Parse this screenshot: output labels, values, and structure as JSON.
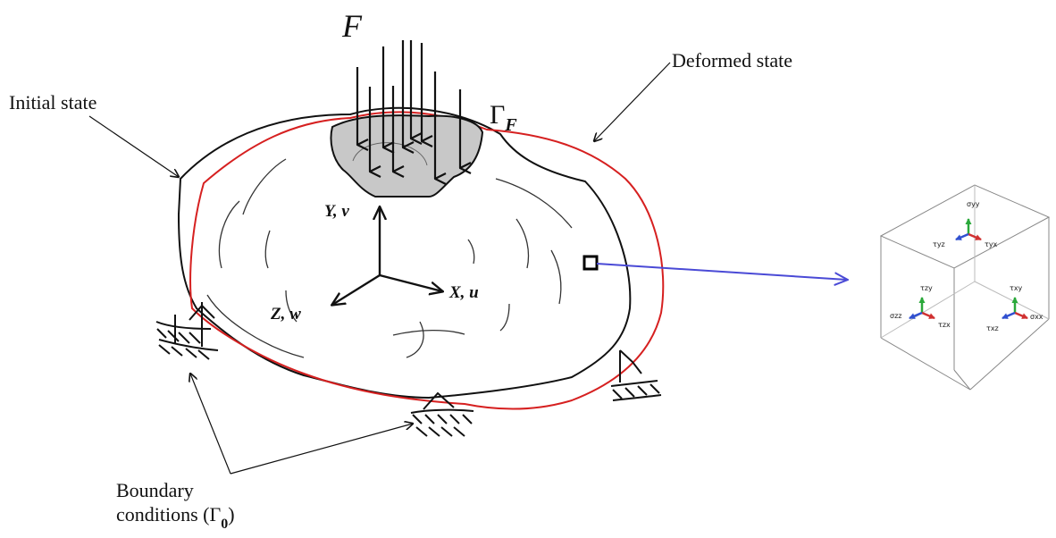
{
  "labels": {
    "initial_state": "Initial state",
    "deformed_state": "Deformed state",
    "force": "F",
    "gamma_symbol": "Γ",
    "gamma_f_sub": "F",
    "axis_y": "Y, v",
    "axis_x": "X, u",
    "axis_z": "Z, w",
    "boundary_line1": "Boundary",
    "boundary_line2": "conditions (Γ",
    "boundary_sub": "0",
    "boundary_close": ")"
  },
  "stress_element": {
    "sigma_yy": "σyy",
    "tau_yz": "τyz",
    "tau_yx": "τyx",
    "tau_zy": "τzy",
    "tau_xy": "τxy",
    "sigma_zz": "σzz",
    "tau_zx": "τzx",
    "tau_xz": "τxz",
    "sigma_xx": "σxx"
  },
  "colors": {
    "initial_outline": "#111111",
    "deformed_outline": "#d62020",
    "load_region": "#c8c8c8",
    "link_arrow": "#4a4ad6",
    "cube_axis_x": "#d03030",
    "cube_axis_y": "#2aa83a",
    "cube_axis_z": "#3050d0"
  }
}
